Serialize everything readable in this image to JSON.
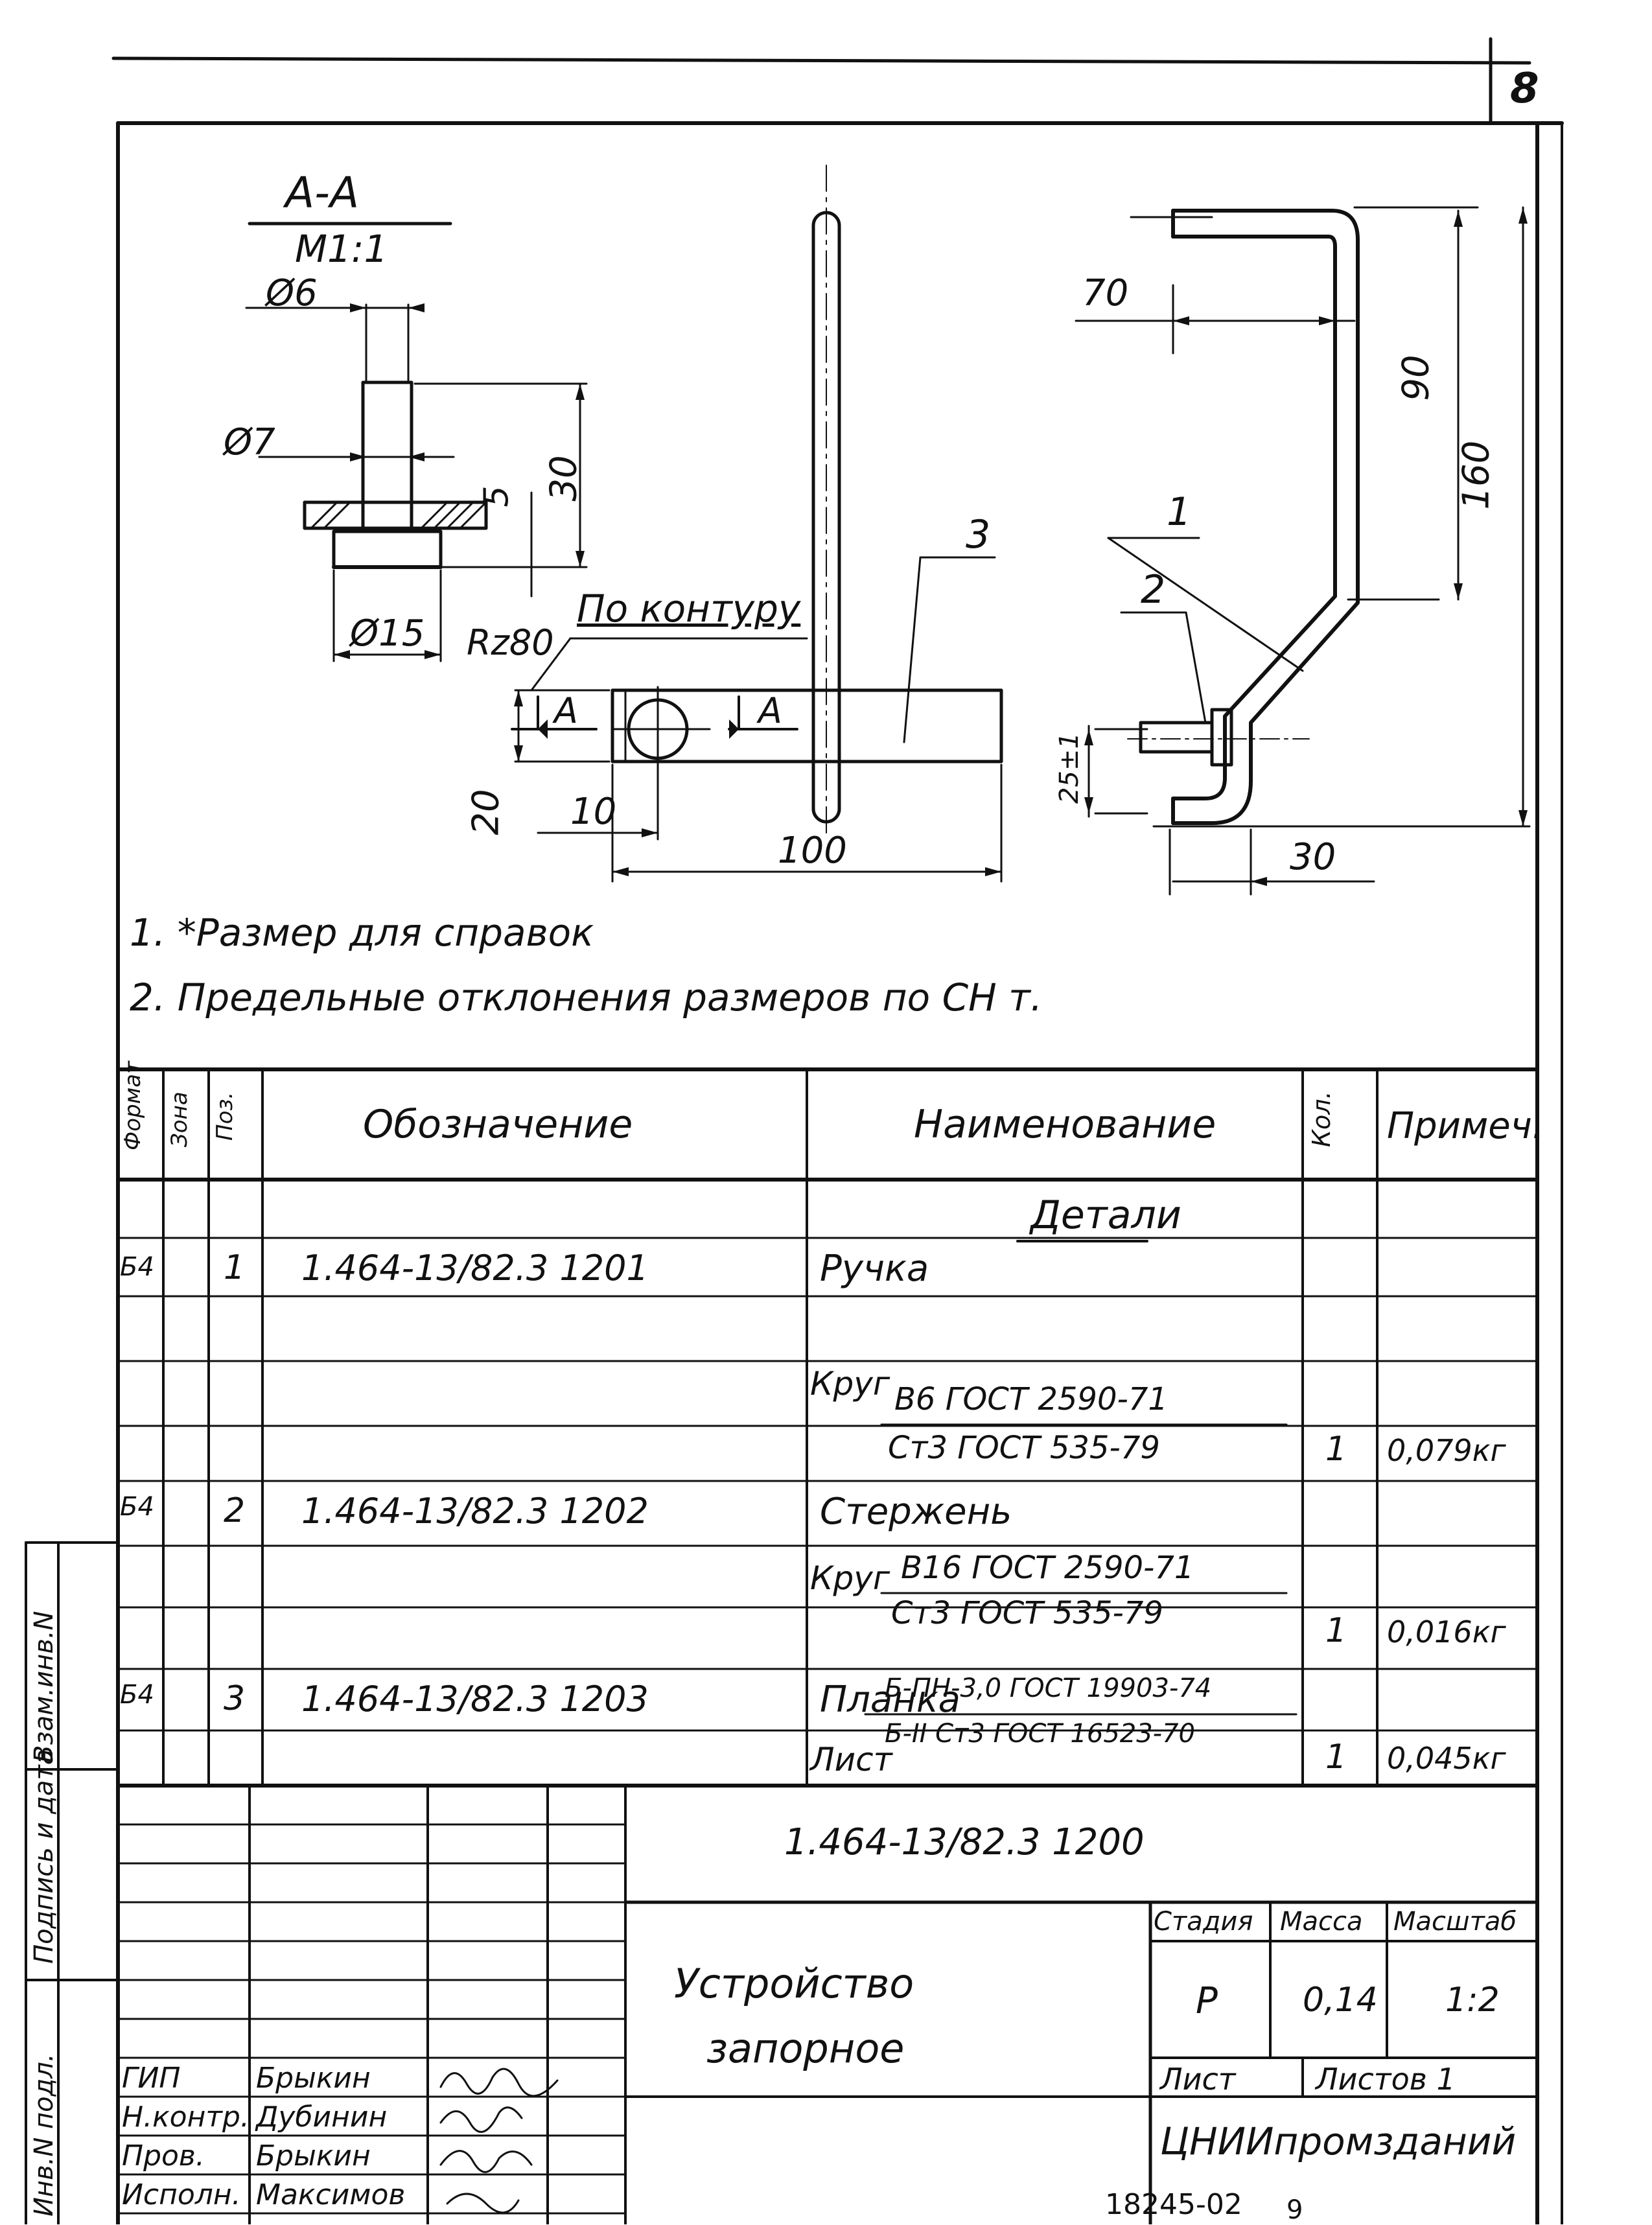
{
  "sheet_number": "8",
  "section_label": "А-А",
  "section_scale": "М1:1",
  "dims": {
    "d6": "Ø6",
    "d7": "Ø7",
    "d15": "Ø15",
    "v5": "5",
    "v30": "30",
    "rz": "Rz80",
    "contour": "По контуру",
    "a_left": "А",
    "a_right": "А",
    "v20": "20",
    "v10": "10",
    "v100": "100",
    "pos3": "3",
    "v70": "70",
    "v90": "90",
    "v160": "160",
    "pos1": "1",
    "pos2": "2",
    "v25": "25±1",
    "v30b": "30"
  },
  "notes": [
    "1. *Размер для справок",
    "2. Предельные отклонения размеров по СН т."
  ],
  "spec_headers": {
    "format": "Формат",
    "zone": "Зона",
    "pos": "Поз.",
    "designation": "Обозначение",
    "name": "Наименование",
    "qty": "Кол.",
    "note": "Примеч."
  },
  "spec_section": "Детали",
  "spec_rows": [
    {
      "format": "Б4",
      "pos": "1",
      "designation": "1.464-13/82.3 1201",
      "name": "Ручка"
    },
    {
      "material_prefix": "Круг",
      "material_top": "В6 ГОСТ 2590-71",
      "material_bottom": "Ст3 ГОСТ 535-79",
      "qty": "1",
      "note": "0,079кг"
    },
    {
      "format": "Б4",
      "pos": "2",
      "designation": "1.464-13/82.3 1202",
      "name": "Стержень"
    },
    {
      "material_prefix": "Круг",
      "material_top": "В16 ГОСТ 2590-71",
      "material_bottom": "Ст3 ГОСТ 535-79",
      "qty": "1",
      "note": "0,016кг"
    },
    {
      "format": "Б4",
      "pos": "3",
      "designation": "1.464-13/82.3 1203",
      "name": "Планка"
    },
    {
      "material_prefix": "Лист",
      "material_top": "Б-ПН-3,0 ГОСТ 19903-74",
      "material_bottom": "Б-II Ст3 ГОСТ 16523-70",
      "qty": "1",
      "note": "0,045кг"
    }
  ],
  "title_block": {
    "doc_number": "1.464-13/82.3 1200",
    "title_line1": "Устройство",
    "title_line2": "запорное",
    "stage_label": "Стадия",
    "mass_label": "Масса",
    "scale_label": "Масштаб",
    "stage": "Р",
    "mass": "0,14",
    "scale": "1:2",
    "sheet_label": "Лист",
    "sheets_label": "Листов 1",
    "org": "ЦНИИпромзданий",
    "people": [
      {
        "role": "ГИП",
        "name": "Брыкин"
      },
      {
        "role": "Н.контр.",
        "name": "Дубинин"
      },
      {
        "role": "Пров.",
        "name": "Брыкин"
      },
      {
        "role": "Исполн.",
        "name": "Максимов"
      }
    ]
  },
  "side_stamps": [
    "Инв.N подл.",
    "Подпись и дата",
    "Взам.инв.N"
  ],
  "footer_code": "18245-02",
  "footer_page": "9"
}
